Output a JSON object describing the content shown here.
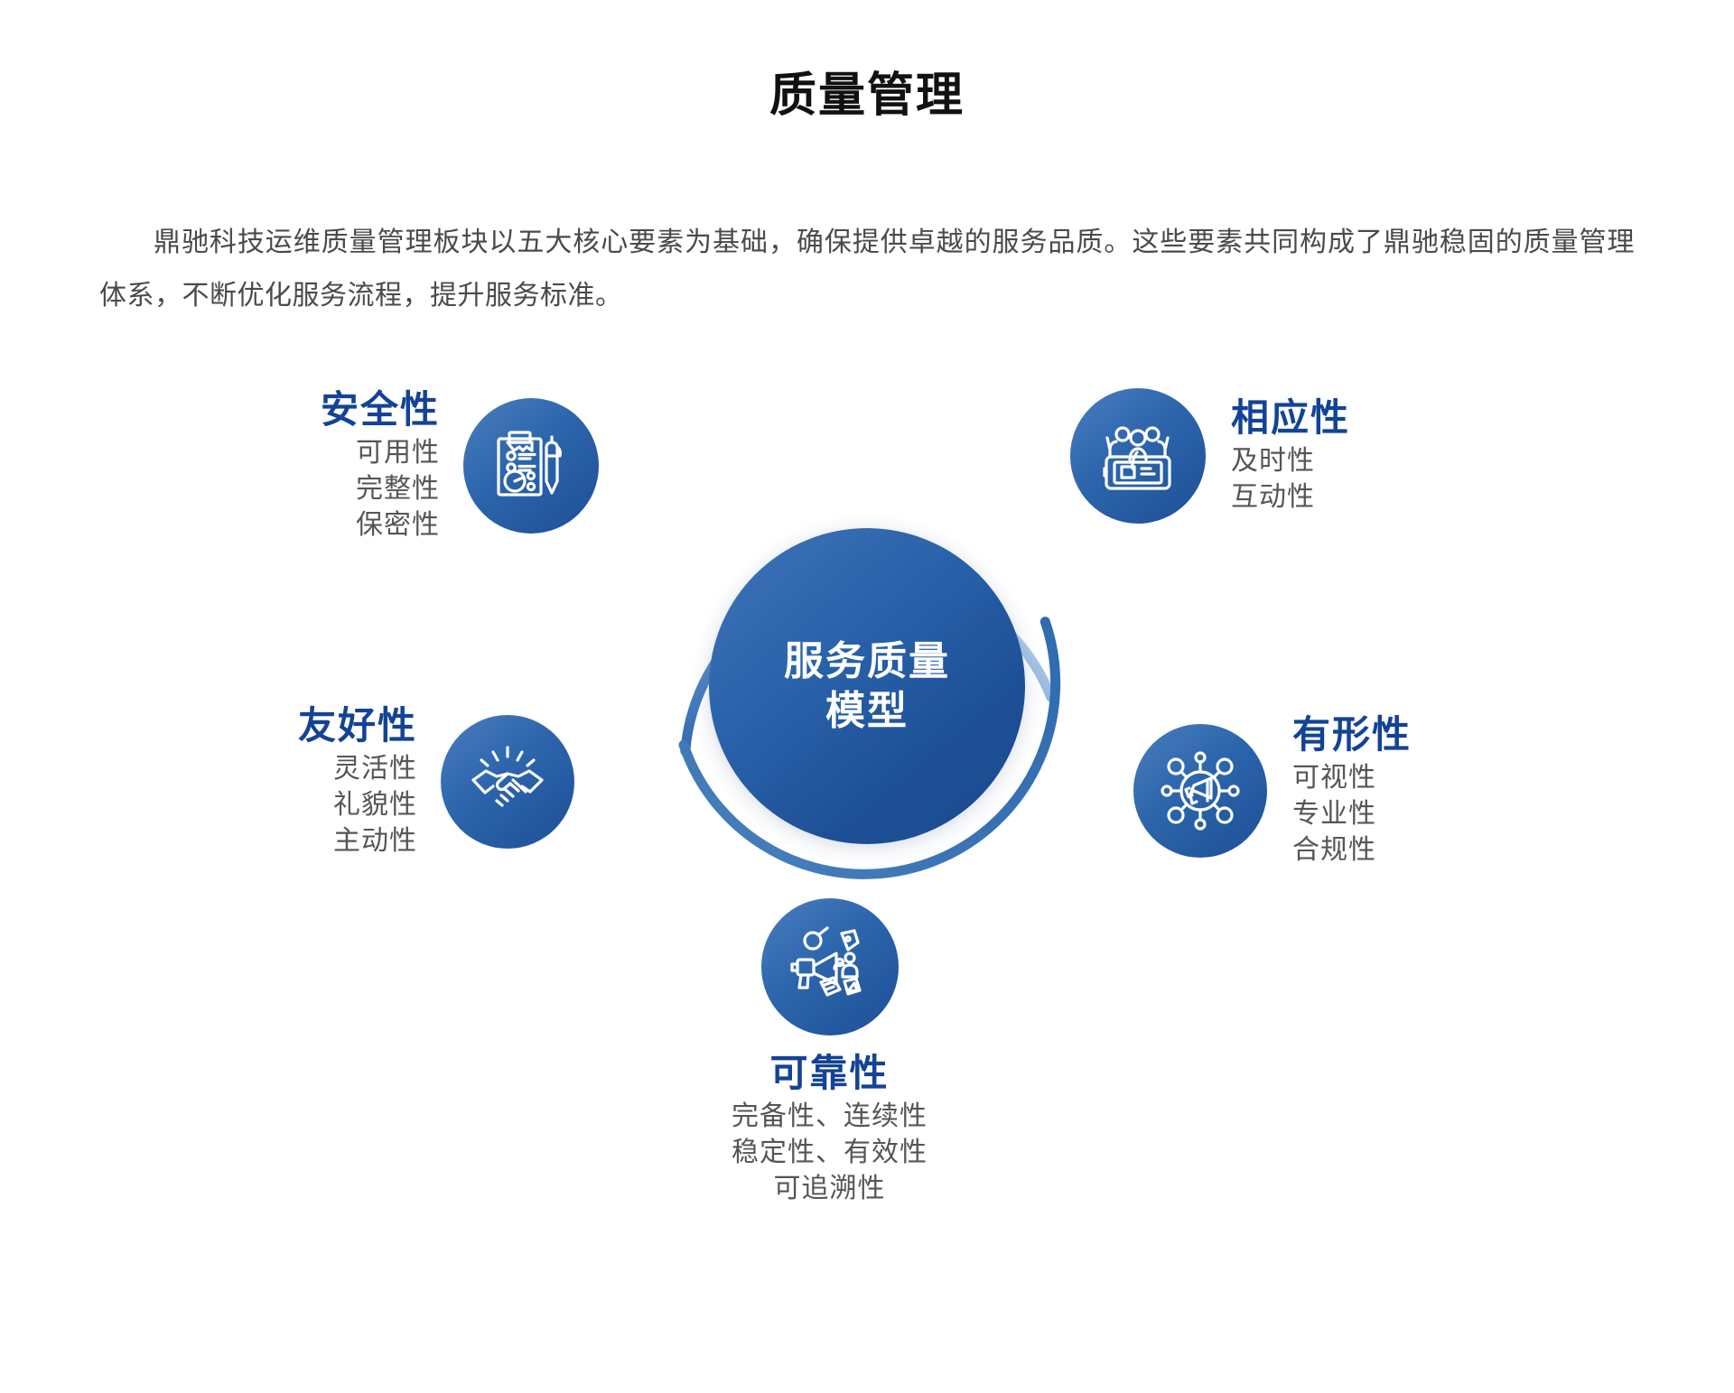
{
  "header": {
    "title": "质量管理",
    "paragraph": "鼎驰科技运维质量管理板块以五大核心要素为基础，确保提供卓越的服务品质。这些要素共同构成了鼎驰稳固的质量管理体系，不断优化服务流程，提升服务标准。"
  },
  "diagram": {
    "center": {
      "label": "服务质量\n模型",
      "icon": "center-hub-circle"
    },
    "colors": {
      "title_blue": "#134395",
      "bubble_blue_dark": "#1d4f96",
      "bubble_blue_light": "#4a7dbe",
      "sub_text_gray": "#555555",
      "arc_dark": "#2f6bb0",
      "arc_light": "#c8daf0",
      "background": "#ffffff"
    },
    "nodes": [
      {
        "id": "security",
        "title": "安全性",
        "subs": "可用性\n完整性\n保密性",
        "icon": "clipboard-checklist-pen-icon"
      },
      {
        "id": "response",
        "title": "相应性",
        "subs": "及时性\n互动性",
        "icon": "people-cheering-screen-icon"
      },
      {
        "id": "friendly",
        "title": "友好性",
        "subs": "灵活性\n礼貌性\n主动性",
        "icon": "handshake-icon"
      },
      {
        "id": "tangible",
        "title": "有形性",
        "subs": "可视性\n专业性\n合规性",
        "icon": "network-megaphone-hub-icon"
      },
      {
        "id": "reliable",
        "title": "可靠性",
        "subs": "完备性、连续性\n稳定性、有效性\n可追溯性",
        "icon": "megaphone-marketing-icon"
      }
    ]
  }
}
